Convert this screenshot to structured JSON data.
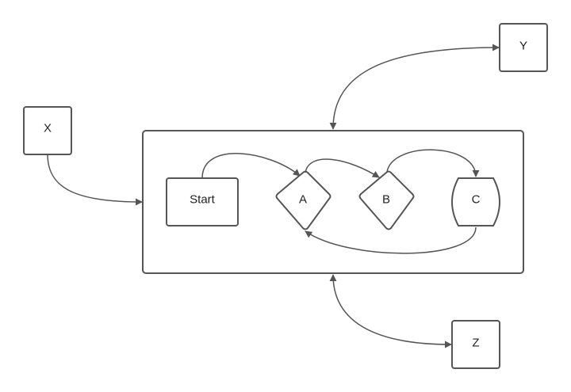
{
  "diagram": {
    "nodes": {
      "x": {
        "label": "X"
      },
      "y": {
        "label": "Y"
      },
      "z": {
        "label": "Z"
      },
      "start": {
        "label": "Start"
      },
      "a": {
        "label": "A"
      },
      "b": {
        "label": "B"
      },
      "c": {
        "label": "C"
      }
    },
    "colors": {
      "stroke": "#555555",
      "fill": "#ffffff",
      "text": "#222222"
    }
  }
}
